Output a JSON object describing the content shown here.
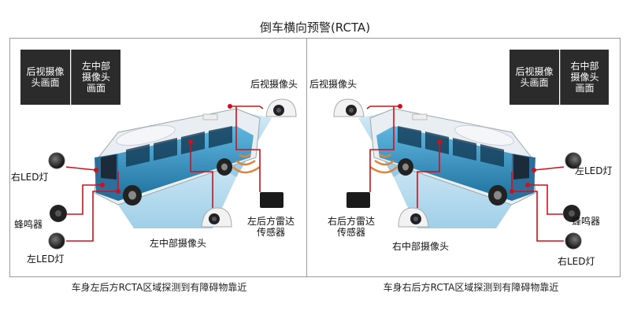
{
  "title": "倒车横向预警(RCTA)",
  "left": {
    "panel_a": "后视摄像\n头画面",
    "panel_b": "左中部\n摄像头\n画面",
    "labels": {
      "rear_camera": "后视摄像头",
      "right_led": "右LED灯",
      "buzzer": "蜂鸣器",
      "left_led": "左LED灯",
      "mid_camera": "左中部摄像头",
      "radar": "左后方雷达\n传感器"
    },
    "caption": "车身左后方RCTA区域探测到有障碍物靠近"
  },
  "right": {
    "panel_a": "后视摄像\n头画面",
    "panel_b": "右中部\n摄像头\n画面",
    "labels": {
      "rear_camera": "后视摄像头",
      "left_led": "左LED灯",
      "buzzer": "蜂鸣器",
      "right_led": "右LED灯",
      "mid_camera": "右中部摄像头",
      "radar": "右后方雷达\n传感器"
    },
    "caption": "车身右后方RCTA区域探测到有障碍物靠近"
  },
  "colors": {
    "wire": "#d0101a",
    "panel": "#2b2b2b",
    "bus_blue": "#2a8cc0",
    "zone": "#9fd0ea"
  }
}
